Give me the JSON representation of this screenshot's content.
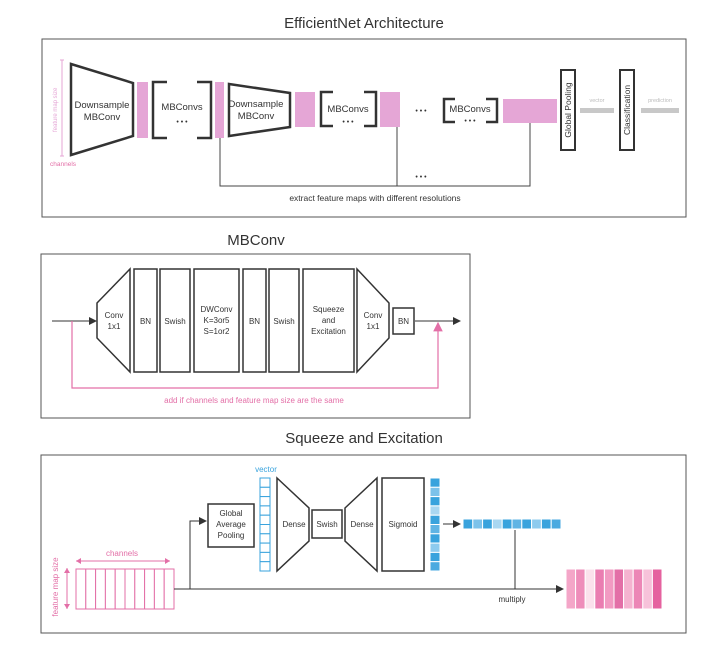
{
  "titles": {
    "arch": "EfficientNet Architecture",
    "mbconv": "MBConv",
    "se": "Squeeze and Excitation"
  },
  "arch": {
    "side_label_top": "feature map size",
    "side_label_bottom": "channels",
    "downsample_line1": "Downsample",
    "downsample_line2": "MBConv",
    "mbconvs": "MBConvs",
    "dots": "• • •",
    "global_pooling": "Global Pooling",
    "vector": "vector",
    "classification": "Classification",
    "prediction": "prediction",
    "extract_label": "extract feature maps with different resolutions"
  },
  "mbconv": {
    "conv_line1": "Conv",
    "conv_line2": "1x1",
    "bn": "BN",
    "swish": "Swish",
    "dwconv_line1": "DWConv",
    "dwconv_line2": "K=3or5",
    "dwconv_line3": "S=1or2",
    "se_line1": "Squeeze",
    "se_line2": "and",
    "se_line3": "Excitation",
    "skip_label": "add if channels and feature map size are the same"
  },
  "se": {
    "channels": "channels",
    "feature_map_size": "feature map size",
    "gap_line1": "Global",
    "gap_line2": "Average",
    "gap_line3": "Pooling",
    "vector": "vector",
    "dense": "Dense",
    "swish": "Swish",
    "sigmoid": "Sigmoid",
    "multiply": "multiply"
  },
  "colors": {
    "pink": "#e36fa7",
    "block_pink": "#e5a6d6",
    "blue": "#39a3dd",
    "gray": "#c8c8c8",
    "dark": "#333333"
  }
}
